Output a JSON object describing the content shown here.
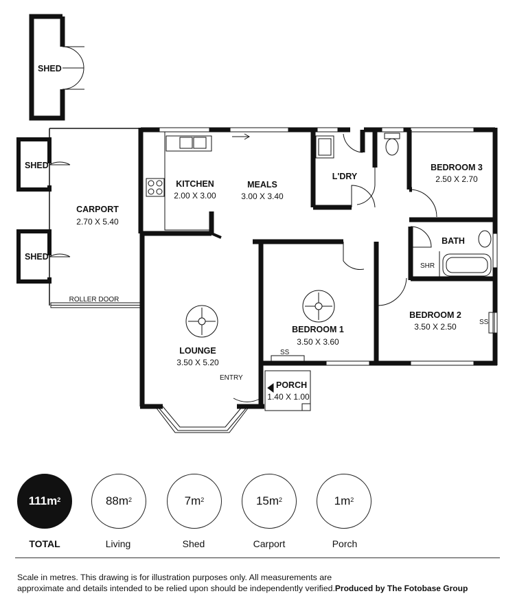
{
  "rooms": {
    "shed_top": "SHED",
    "shed_mid": "SHED",
    "shed_low": "SHED",
    "carport": {
      "name": "CARPORT",
      "dim": "2.70 X 5.40"
    },
    "roller_door": "ROLLER DOOR",
    "kitchen": {
      "name": "KITCHEN",
      "dim": "2.00 X 3.00"
    },
    "meals": {
      "name": "MEALS",
      "dim": "3.00 X 3.40"
    },
    "laundry": "L'DRY",
    "bedroom3": {
      "name": "BEDROOM 3",
      "dim": "2.50 X 2.70"
    },
    "bath": "BATH",
    "shower": "SHR",
    "bedroom1": {
      "name": "BEDROOM 1",
      "dim": "3.50 X 3.60"
    },
    "bedroom2": {
      "name": "BEDROOM 2",
      "dim": "3.50 X 2.50"
    },
    "lounge": {
      "name": "LOUNGE",
      "dim": "3.50 X 5.20"
    },
    "entry": "ENTRY",
    "porch": {
      "name": "PORCH",
      "dim": "1.40 X 1.00"
    },
    "ss_bed1": "SS",
    "ss_bed2": "SS"
  },
  "areas": [
    {
      "value": "111m",
      "sup": "2",
      "label": "TOTAL"
    },
    {
      "value": "88m",
      "sup": "2",
      "label": "Living"
    },
    {
      "value": "7m",
      "sup": "2",
      "label": "Shed"
    },
    {
      "value": "15m",
      "sup": "2",
      "label": "Carport"
    },
    {
      "value": "1m",
      "sup": "2",
      "label": "Porch"
    }
  ],
  "footer": {
    "line1": "Scale in metres. This drawing is for illustration purposes only. All measurements are",
    "line2": "approximate and details intended to be relied upon should be independently verified.",
    "producer": "Produced by The Fotobase Group"
  }
}
